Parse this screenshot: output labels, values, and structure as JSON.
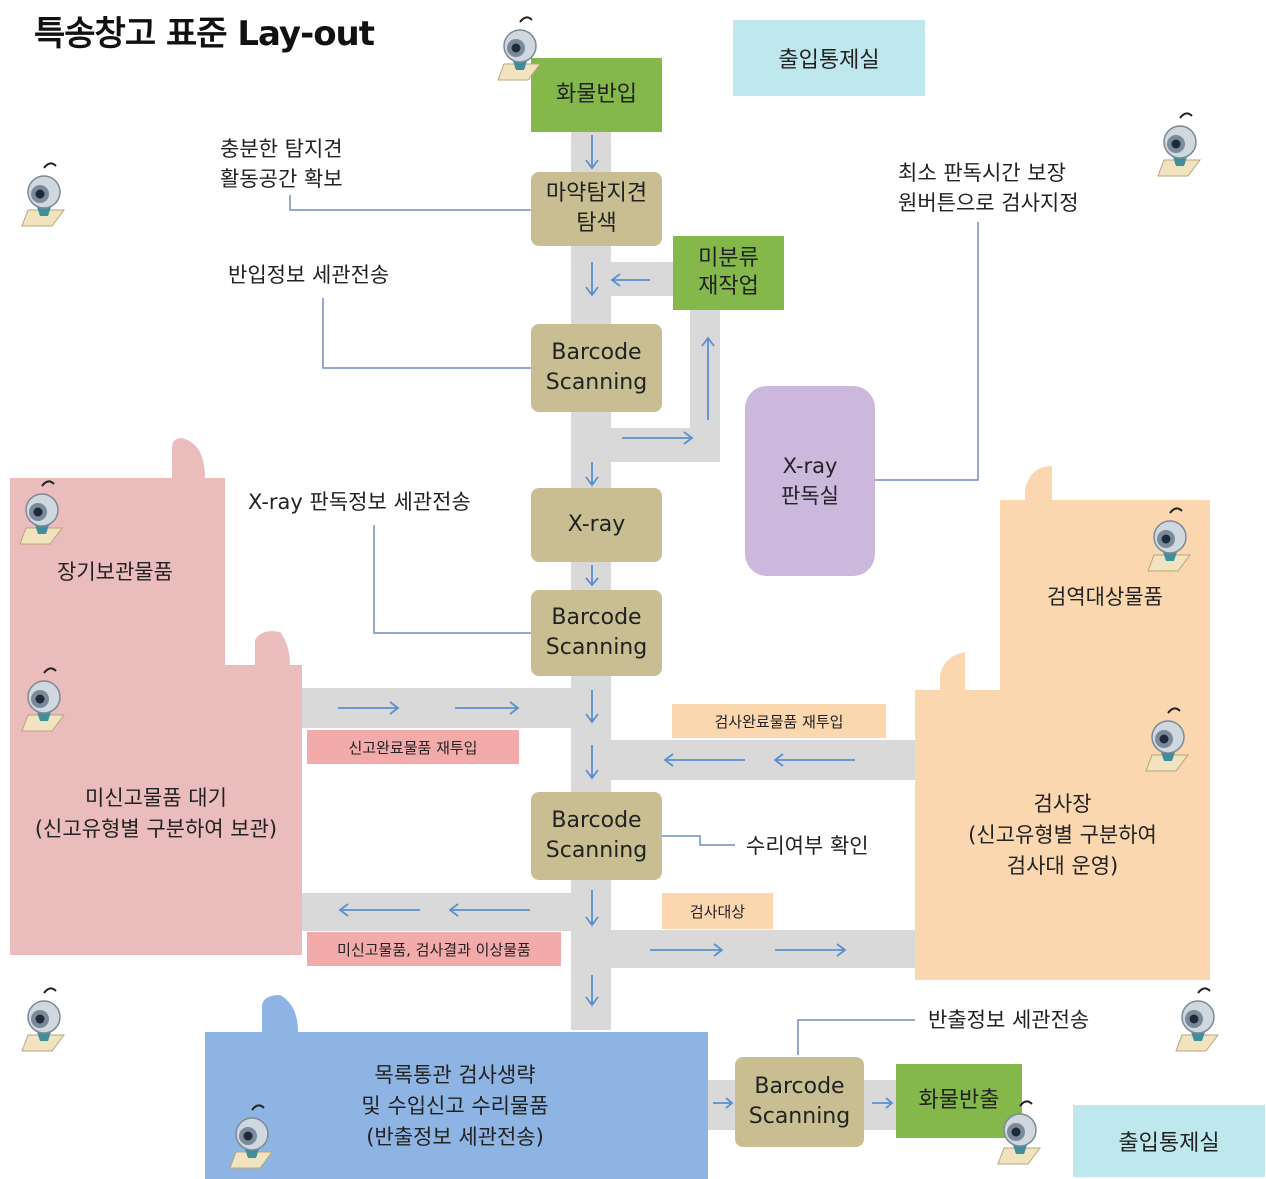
{
  "title": "특송창고 표준 Lay-out",
  "access_control_top": "출입통제실",
  "access_control_bottom": "출입통제실",
  "nodes": {
    "cargo_in": "화물반입",
    "drug_dog": "마약탐지견\n탐색",
    "unclassified": "미분류\n재작업",
    "barcode1": "Barcode\nScanning",
    "xray": "X-ray",
    "xray_room": "X-ray\n판독실",
    "barcode2": "Barcode\nScanning",
    "barcode3": "Barcode\nScanning",
    "barcode4": "Barcode\nScanning",
    "cargo_out": "화물반출"
  },
  "annotations": {
    "dog_space": "충분한 탐지견\n활동공간 확보",
    "entry_info": "반입정보 세관전송",
    "min_read_time": "최소 판독시간 보장\n원버튼으로 검사지정",
    "xray_info": "X-ray 판독정보 세관전송",
    "repair_check": "수리여부 확인",
    "exit_info": "반출정보 세관전송"
  },
  "flow_labels": {
    "declared_reinput": "신고완료물품 재투입",
    "inspected_reinput": "검사완료물품 재투입",
    "inspection_target": "검사대상",
    "undeclared_abnormal": "미신고물품, 검사결과 이상물품"
  },
  "zones": {
    "long_term": "장기보관물품",
    "undeclared_wait": "미신고물품 대기\n(신고유형별 구분하여 보관)",
    "quarantine": "검역대상물품",
    "inspection": "검사장\n(신고유형별 구분하여\n검사대 운영)",
    "list_clearance": "목록통관 검사생략\n및 수입신고 수리물품\n(반출정보 세관전송)"
  },
  "colors": {
    "conveyor": "#d9d9d9",
    "arrow": "#5b8fd1",
    "olive": "#c8be92",
    "green": "#84b84a",
    "pink": "#ebbcbc",
    "peach": "#fbd7b0",
    "blue": "#8eb4e3",
    "purple": "#cbb8dc",
    "cyan": "#bfe8ee"
  },
  "icons": [
    "cctv-camera-icon"
  ]
}
